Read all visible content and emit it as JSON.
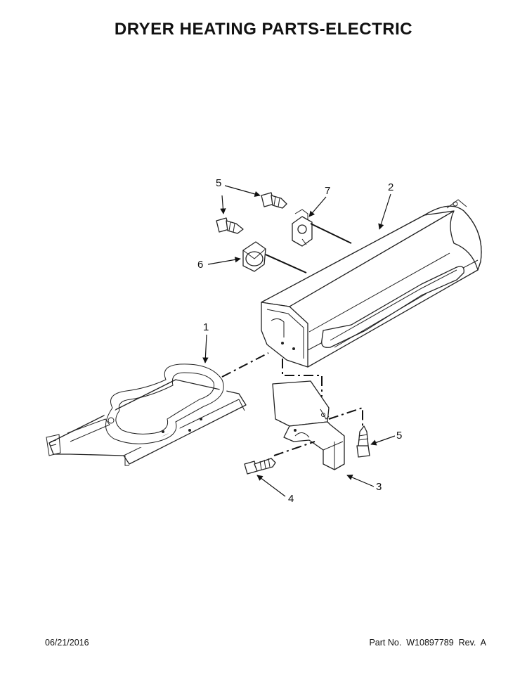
{
  "title": "DRYER HEATING PARTS-ELECTRIC",
  "footer": {
    "date": "06/21/2016",
    "part_number": "Part No.  W10897789  Rev.  A"
  },
  "callouts": {
    "c1": "1",
    "c2": "2",
    "c3": "3",
    "c4": "4",
    "c5a": "5",
    "c5b": "5",
    "c6": "6",
    "c7": "7"
  }
}
